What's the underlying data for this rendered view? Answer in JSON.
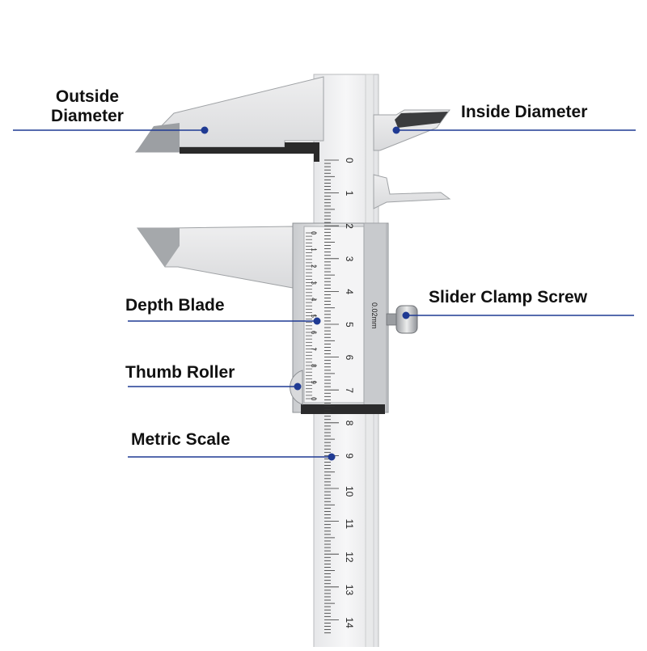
{
  "labels": {
    "outside_diameter": [
      "Outside",
      "Diameter"
    ],
    "inside_diameter": "Inside Diameter",
    "depth_blade": "Depth Blade",
    "slider_clamp_screw": "Slider Clamp Screw",
    "thumb_roller": "Thumb Roller",
    "metric_scale": "Metric Scale"
  },
  "main_scale_numbers": [
    "0",
    "1",
    "2",
    "3",
    "4",
    "5",
    "6",
    "7",
    "8",
    "9",
    "10",
    "11",
    "12",
    "13",
    "14"
  ],
  "vernier_numbers": [
    "0",
    "1",
    "2",
    "3",
    "4",
    "5",
    "6",
    "7",
    "8",
    "9",
    "0"
  ],
  "vernier_unit": "0.02mm",
  "colors": {
    "leader_line": "#1f3a93",
    "dot": "#1f3a93",
    "steel_light": "#f1f2f3",
    "steel_mid": "#d4d6d8",
    "steel_dark": "#8d9094",
    "edge": "#222222"
  }
}
